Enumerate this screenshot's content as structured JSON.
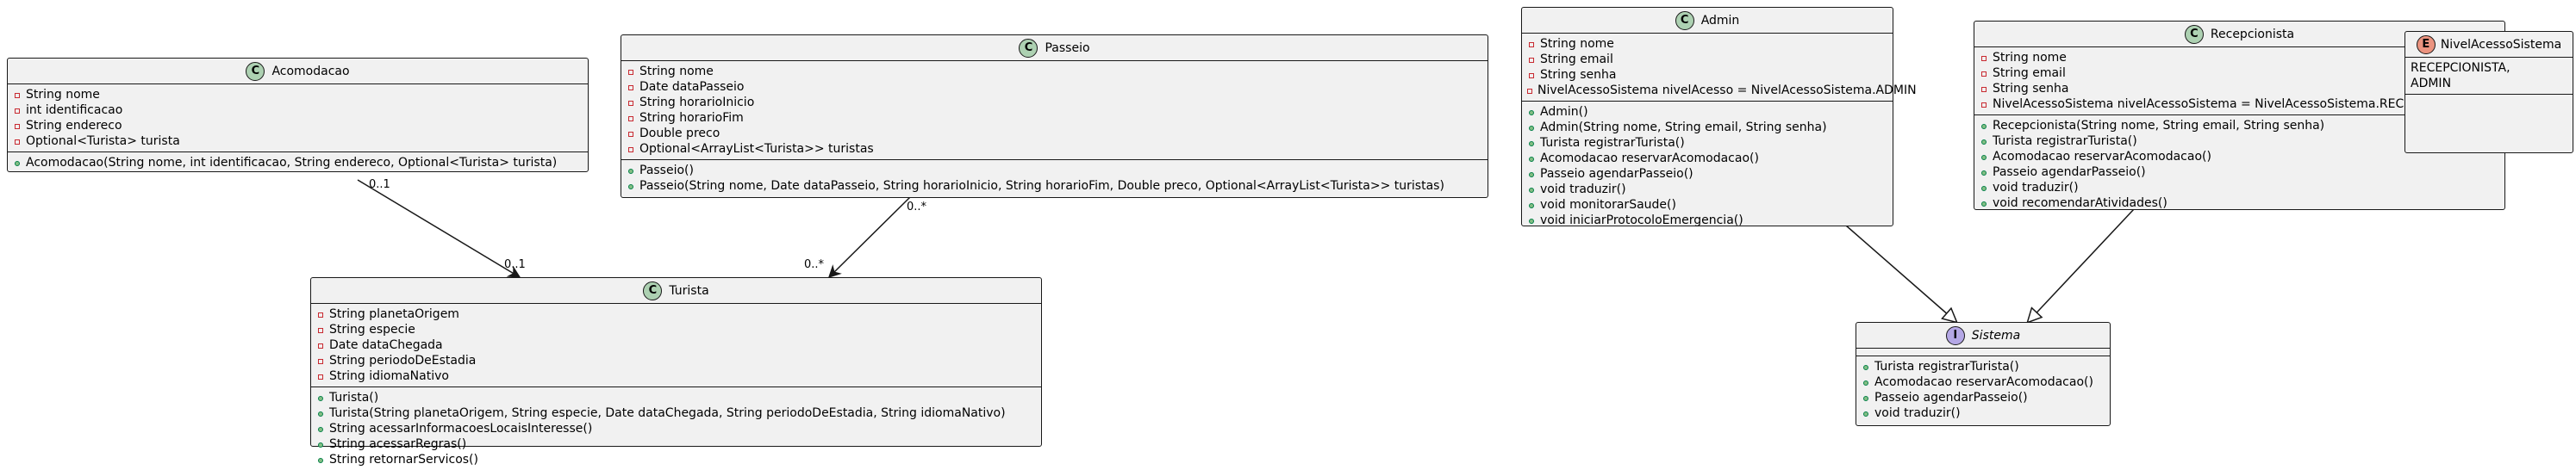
{
  "classes": {
    "acomodacao": {
      "kind": "C",
      "name": "Acomodacao",
      "attributes": [
        "String nome",
        "int identificacao",
        "String endereco",
        "Optional<Turista> turista"
      ],
      "methods": [
        "Acomodacao(String nome, int identificacao, String endereco, Optional<Turista> turista)"
      ]
    },
    "passeio": {
      "kind": "C",
      "name": "Passeio",
      "attributes": [
        "String nome",
        "Date dataPasseio",
        "String horarioInicio",
        "String horarioFim",
        "Double preco",
        "Optional<ArrayList<Turista>> turistas"
      ],
      "methods": [
        "Passeio()",
        "Passeio(String nome, Date dataPasseio, String horarioInicio, String horarioFim, Double preco, Optional<ArrayList<Turista>> turistas)"
      ]
    },
    "admin": {
      "kind": "C",
      "name": "Admin",
      "attributes": [
        "String nome",
        "String email",
        "String senha",
        "NivelAcessoSistema nivelAcesso = NivelAcessoSistema.ADMIN"
      ],
      "methods": [
        "Admin()",
        "Admin(String nome, String email, String senha)",
        "Turista registrarTurista()",
        "Acomodacao reservarAcomodacao()",
        "Passeio agendarPasseio()",
        "void traduzir()",
        "void monitorarSaude()",
        "void iniciarProtocoloEmergencia()"
      ]
    },
    "recepcionista": {
      "kind": "C",
      "name": "Recepcionista",
      "attributes": [
        "String nome",
        "String email",
        "String senha",
        "NivelAcessoSistema nivelAcessoSistema = NivelAcessoSistema.RECEPCIONISTA"
      ],
      "methods": [
        "Recepcionista(String nome, String email, String senha)",
        "Turista registrarTurista()",
        "Acomodacao reservarAcomodacao()",
        "Passeio agendarPasseio()",
        "void traduzir()",
        "void recomendarAtividades()"
      ]
    },
    "nivel": {
      "kind": "E",
      "name": "NivelAcessoSistema",
      "values": [
        "RECEPCIONISTA,",
        "ADMIN"
      ]
    },
    "turista": {
      "kind": "C",
      "name": "Turista",
      "attributes": [
        "String planetaOrigem",
        "String especie",
        "Date dataChegada",
        "String periodoDeEstadia",
        "String idiomaNativo"
      ],
      "methods": [
        "Turista()",
        "Turista(String planetaOrigem, String especie, Date dataChegada, String periodoDeEstadia, String idiomaNativo)",
        "String acessarInformacoesLocaisInteresse()",
        "String acessarRegras()",
        "String retornarServicos()"
      ]
    },
    "sistema": {
      "kind": "I",
      "name": "Sistema",
      "methods": [
        "Turista registrarTurista()",
        "Acomodacao reservarAcomodacao()",
        "Passeio agendarPasseio()",
        "void traduzir()"
      ]
    }
  },
  "multiplicities": {
    "acomodacao_src": "0..1",
    "acomodacao_dst": "0..1",
    "passeio_src": "0..*",
    "passeio_dst": "0..*"
  },
  "colors": {
    "box_fill": "#f1f1f1",
    "border": "#181818",
    "class_badge": "#add1b2",
    "interface_badge": "#b4a7e5",
    "enum_badge": "#eb937f"
  }
}
